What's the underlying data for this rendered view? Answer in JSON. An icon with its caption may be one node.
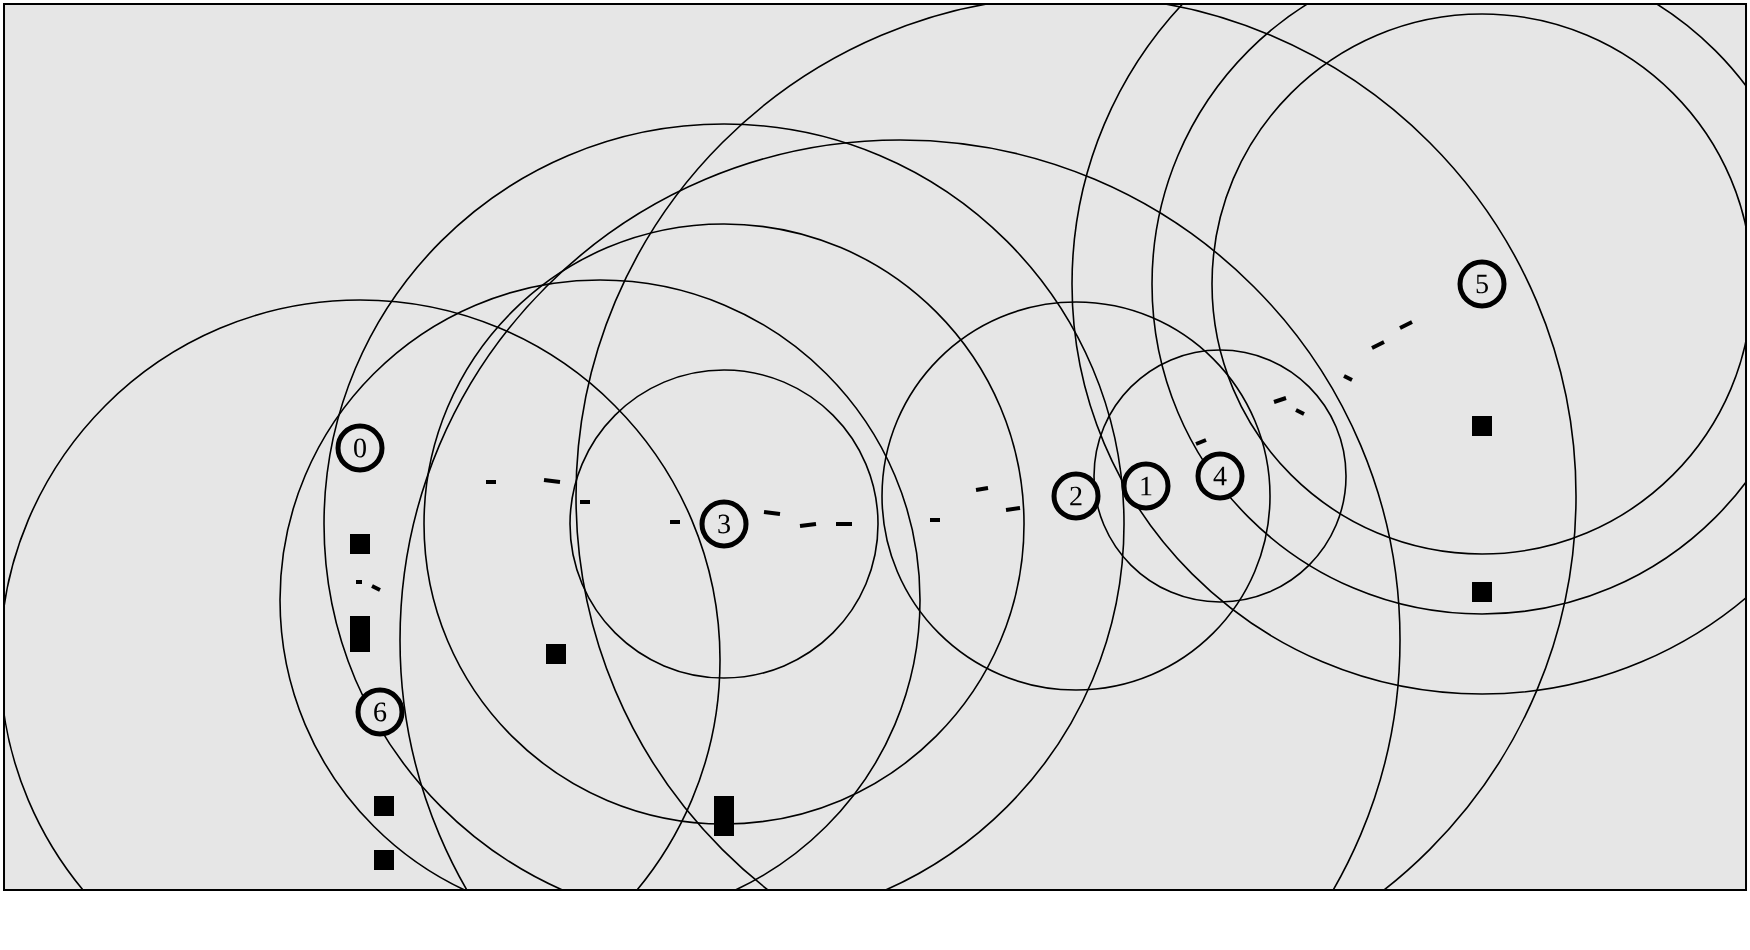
{
  "diagram": {
    "nodes": [
      {
        "text": [
          "0"
        ]
      },
      {
        "text": [
          "1"
        ]
      },
      {
        "text": [
          "2"
        ]
      },
      {
        "text": [
          "3"
        ]
      },
      {
        "text": [
          "4"
        ]
      },
      {
        "text": [
          "5"
        ]
      },
      {
        "text": [
          "6"
        ]
      }
    ]
  }
}
